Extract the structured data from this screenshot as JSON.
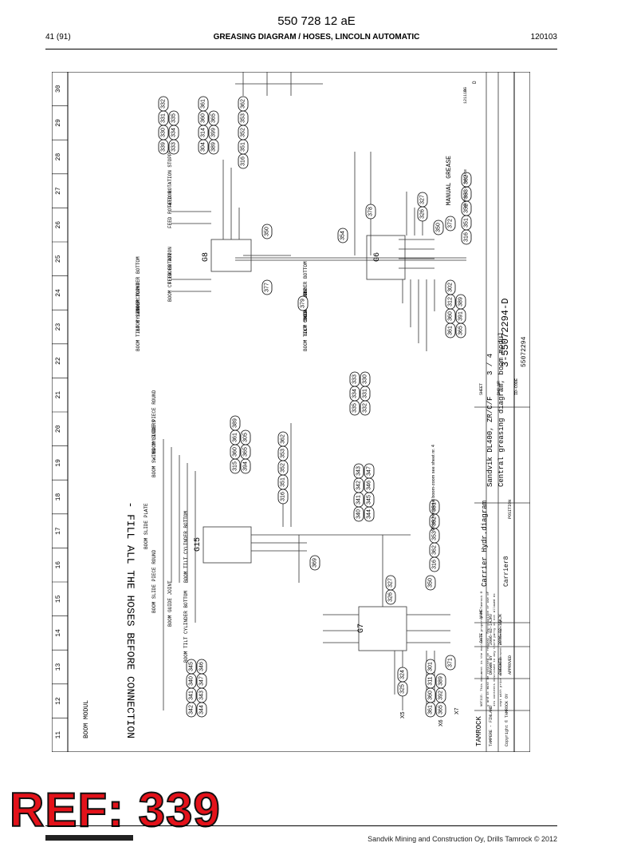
{
  "document_number": "550 728 12 aE",
  "page_label": "41 (91)",
  "section_title": "GREASING DIAGRAM / HOSES, LINCOLN AUTOMATIC",
  "doc_date": "120103",
  "stamp": "REF: 339",
  "footer": "Sandvik Mining and Construction Oy, Drills Tamrock © 2012",
  "drawing": {
    "column_numbers": [
      "11",
      "12",
      "13",
      "14",
      "15",
      "16",
      "17",
      "18",
      "19",
      "20",
      "21",
      "22",
      "23",
      "24",
      "25",
      "26",
      "27",
      "28",
      "29",
      "30"
    ],
    "title_big": "- FILL ALL THE HOSES BEFORE CONNECTION",
    "boom_modul": "BOOM MODUL",
    "manual_grease": "MANUAL GREASE",
    "groups": [
      {
        "name": "G6"
      },
      {
        "name": "G7"
      },
      {
        "name": "G8"
      },
      {
        "name": "G15"
      }
    ],
    "labels": [
      "FEED ROTATION STOPPER",
      "FEED ROTATION",
      "FEED ROTATION",
      "BOOM CYLINDER TOP",
      "BOOM TILT CYLINDER TOP",
      "BOOM SWING CYLINDER BOTTOM",
      "BOOM JOINT",
      "BOOM JOINT",
      "BOOM SWING CYLINDER BOTTOM",
      "BOOM TILT CYLINDER TOP",
      "BOOM SLIDE PIECE ROUND",
      "BOOM SWING CYLINDERS",
      "BOOM SLIDE PLATE",
      "BOOM TILT CYLINDER BOTTOM",
      "BOOM SLIDE PIECE ROUND",
      "BOOM GUIDE JOINT",
      "BOOM TILT CYLINDER BOTTOM"
    ],
    "parts": [
      {
        "ids": [
          "339",
          "330",
          "331",
          "332",
          "333",
          "334",
          "335"
        ]
      },
      {
        "ids": [
          "304",
          "314",
          "360",
          "361",
          "389",
          "399",
          "365"
        ]
      },
      {
        "ids": [
          "316",
          "351",
          "352",
          "353",
          "362"
        ]
      },
      {
        "ids": [
          "350"
        ]
      },
      {
        "ids": [
          "354"
        ]
      },
      {
        "ids": [
          "378"
        ]
      },
      {
        "ids": [
          "326",
          "327"
        ]
      },
      {
        "ids": [
          "350"
        ]
      },
      {
        "ids": [
          "372"
        ]
      },
      {
        "ids": [
          "316",
          "351",
          "352",
          "353",
          "362"
        ]
      },
      {
        "ids": [
          "377"
        ]
      },
      {
        "ids": [
          "379"
        ]
      },
      {
        "ids": [
          "361",
          "360",
          "312",
          "302",
          "365",
          "391",
          "389"
        ]
      },
      {
        "ids": [
          "315",
          "360",
          "361",
          "389",
          "394",
          "365",
          "305"
        ]
      },
      {
        "ids": [
          "335",
          "334",
          "333",
          "332",
          "331",
          "330"
        ]
      },
      {
        "ids": [
          "316",
          "351",
          "352",
          "353",
          "362"
        ]
      },
      {
        "ids": [
          "340",
          "341",
          "342",
          "343",
          "344",
          "345",
          "346",
          "347"
        ]
      },
      {
        "ids": [
          "369"
        ]
      },
      {
        "ids": [
          "316",
          "362",
          "353",
          "352",
          "351"
        ]
      },
      {
        "ids": [
          "326",
          "327"
        ]
      },
      {
        "ids": [
          "350"
        ]
      },
      {
        "ids": [
          "361",
          "360",
          "311",
          "301",
          "365",
          "392",
          "389"
        ]
      },
      {
        "ids": [
          "371"
        ]
      },
      {
        "ids": [
          "325",
          "324"
        ]
      },
      {
        "ids": [
          "342",
          "341",
          "340",
          "345",
          "344",
          "343",
          "347",
          "346"
        ]
      }
    ],
    "connectors": [
      "X5",
      "X6",
      "X7"
    ],
    "when_note": "When horizontal boom-zoom see sheet nr. 4",
    "title_block": {
      "company": "TAMROCK",
      "company_sub": "TAMPERE - FINLAND",
      "copyright": "Copyright © TAMROCK OY",
      "notice": "NOTICE: This document is the exclusive property of Tamrock Oy and it must be returned on request. Reproduction or use of its contents disclosed to any third party is not allowed except with prior written consent of Tamrock Oy.",
      "date_label": "DATE",
      "name_label": "NAME",
      "drawn_label": "DRAWN BY",
      "drawn_date": "2006-02-14",
      "drawn_name": "JRV",
      "checked_label": "CHECKED",
      "checked_date": "2006-02-16",
      "checked_name": "KJK",
      "approved_label": "APPROVED",
      "title1": "Carrier Hydr.diagram",
      "title2": "Carrier8",
      "position_label": "POSITION",
      "product": "Sandvik DL400, ZR/C/F",
      "desc": "Central greasing diagram, boom modul",
      "sheet_label": "SHEET",
      "sheet": "3 / 4",
      "dwg_label": "DWG NR",
      "dwg_no": "3-55072294-D",
      "id_label": "ID-CODE",
      "id_code": "55072294",
      "revision_no": "D",
      "revision_note": "Without a notice",
      "revision_date": "121115",
      "revision_by": "BG"
    }
  }
}
